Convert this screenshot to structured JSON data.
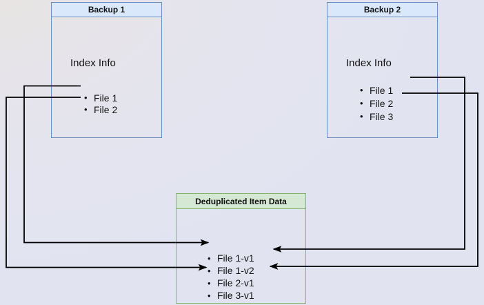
{
  "diagram": {
    "boxes": {
      "backup1": {
        "title": "Backup 1",
        "subtitle": "Index Info",
        "items": [
          "File 1",
          "File 2"
        ]
      },
      "backup2": {
        "title": "Backup 2",
        "subtitle": "Index Info",
        "items": [
          "File 1",
          "File 2",
          "File 3"
        ]
      },
      "dedup": {
        "title": "Deduplicated Item Data",
        "items": [
          "File 1-v1",
          "File 1-v2",
          "File 2-v1",
          "File 3-v1"
        ]
      }
    },
    "connections": [
      {
        "from": "backup1-file-1",
        "to": "dedup-file-1-v1"
      },
      {
        "from": "backup1-file-2",
        "to": "dedup-file-2-v1"
      },
      {
        "from": "backup2-file-1",
        "to": "dedup-file-1-v2"
      },
      {
        "from": "backup2-file-2",
        "to": "dedup-file-2-v1"
      }
    ]
  },
  "glyphs": {
    "bullet": "•"
  },
  "colors": {
    "blue_header_fill": "#dae8fc",
    "blue_border": "#6c8ebf",
    "green_header_fill": "#d5e8d4",
    "green_border": "#82b366",
    "connector": "#000000"
  }
}
